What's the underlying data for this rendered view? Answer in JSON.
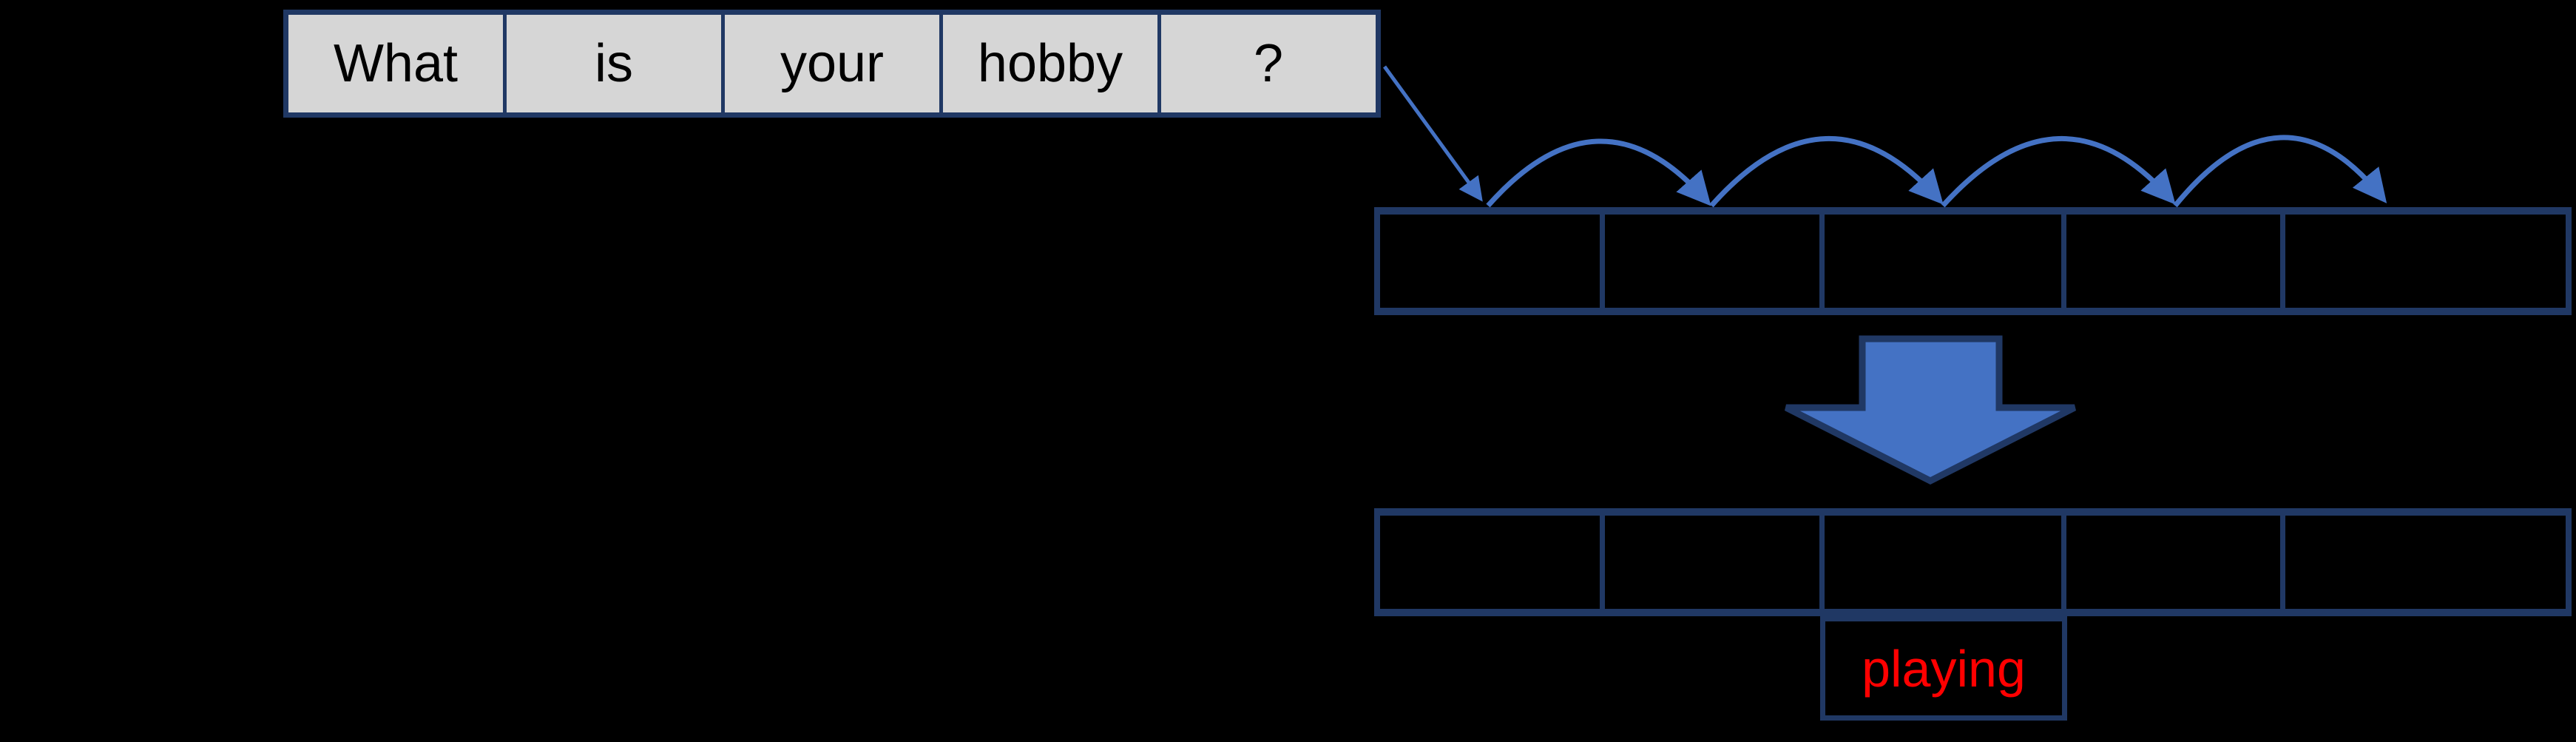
{
  "diagram_title": "sentence-to-sequence prediction diagram",
  "colors": {
    "background": "#000000",
    "accent_blue": "#4472C4",
    "border_navy": "#203864",
    "cell_gray": "#D6D6D6",
    "output_red": "#FF0000",
    "word_text": "#000000"
  },
  "source_sentence": {
    "words": [
      "What",
      "is",
      "your",
      "hobby",
      "?"
    ]
  },
  "encoder_row": {
    "cells": [
      "",
      "",
      "",
      "",
      ""
    ]
  },
  "decoder_row": {
    "cells": [
      "",
      "",
      "",
      "",
      ""
    ]
  },
  "output": {
    "word": "playing"
  },
  "icons": {
    "input_arrow": "diagonal-flow-arrow-icon",
    "hop_arc": "sequential-hop-arc-icon",
    "transform_arrow": "big-down-block-arrow-icon"
  }
}
